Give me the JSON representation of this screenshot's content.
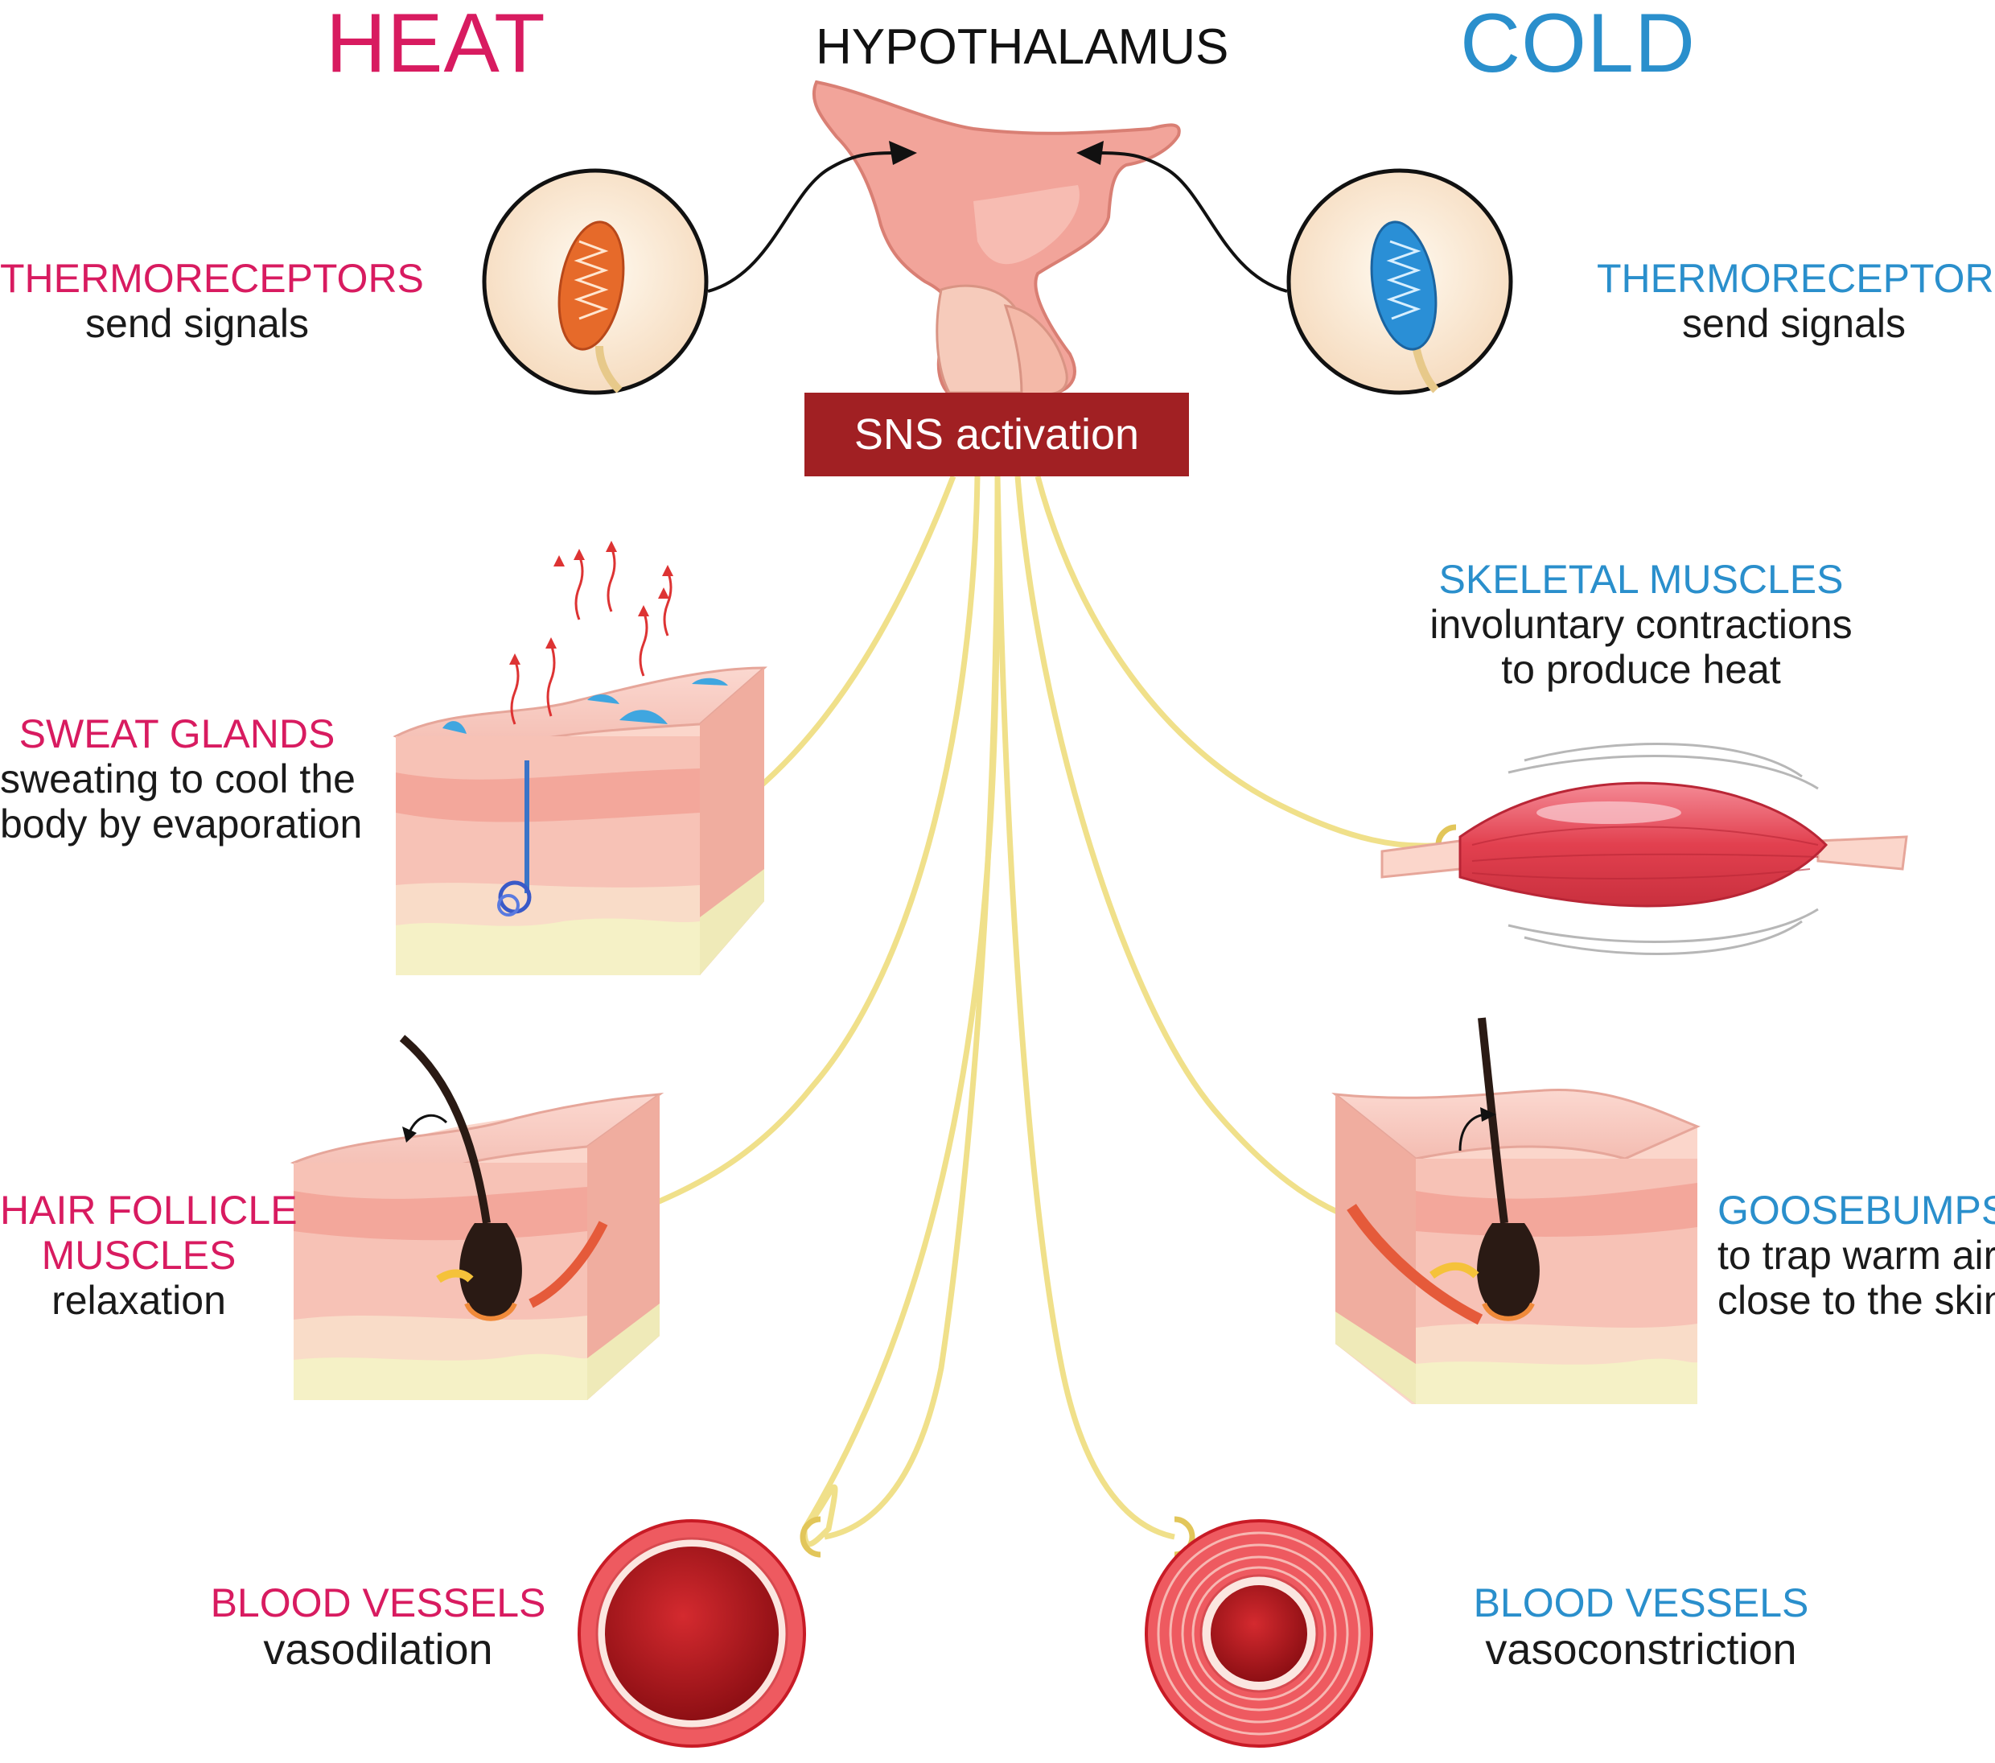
{
  "colors": {
    "heat": "#d81b60",
    "cold": "#2a8fcc",
    "sns_box": "#a12023",
    "nerve": "#f0e08a",
    "skin_pink": "#f3b8ae",
    "muscle_red": "#e84a5a",
    "vessel_red": "#c81b26"
  },
  "headers": {
    "heat": "HEAT",
    "hypothalamus": "HYPOTHALAMUS",
    "cold": "COLD"
  },
  "sns_label": "SNS activation",
  "heat_side": {
    "thermoreceptors": {
      "title": "THERMORECEPTORS",
      "desc": "send signals"
    },
    "sweat_glands": {
      "title": "SWEAT GLANDS",
      "desc_lines": [
        "sweating to cool the",
        "body by evaporation"
      ]
    },
    "hair_follicle": {
      "title_lines": [
        "HAIR FOLLICLE",
        "MUSCLES"
      ],
      "desc": "relaxation"
    },
    "blood_vessels": {
      "title": "BLOOD VESSELS",
      "desc": "vasodilation"
    }
  },
  "cold_side": {
    "thermoreceptors": {
      "title": "THERMORECEPTORS",
      "desc": "send signals"
    },
    "skeletal_muscles": {
      "title": "SKELETAL MUSCLES",
      "desc_lines": [
        "involuntary contractions",
        "to produce heat"
      ]
    },
    "goosebumps": {
      "title": "GOOSEBUMPS",
      "desc_lines": [
        "to trap warm air",
        "close to the skin"
      ]
    },
    "blood_vessels": {
      "title": "BLOOD VESSELS",
      "desc": "vasoconstriction"
    }
  },
  "icons": {
    "heat_receptor": "thermoreceptor-warm-icon",
    "cold_receptor": "thermoreceptor-cold-icon",
    "brain": "hypothalamus-icon",
    "sweat": "sweat-gland-skin-icon",
    "muscle": "skeletal-muscle-icon",
    "hair_heat": "hair-follicle-relaxed-icon",
    "hair_cold": "hair-follicle-goosebump-icon",
    "vessel_dilated": "dilated-vessel-icon",
    "vessel_constricted": "constricted-vessel-icon"
  }
}
